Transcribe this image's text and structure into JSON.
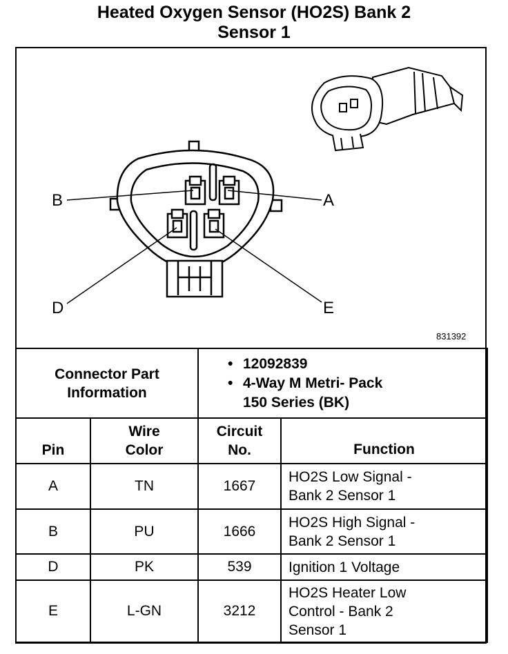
{
  "title": {
    "line1": "Heated Oxygen Sensor (HO2S) Bank 2",
    "line2": "Sensor 1"
  },
  "diagram": {
    "pin_labels": {
      "a": "A",
      "b": "B",
      "d": "D",
      "e": "E"
    },
    "figure_number": "831392"
  },
  "connector_info": {
    "label_line1": "Connector Part",
    "label_line2": "Information",
    "bullet": "•",
    "part_number": "12092839",
    "type_line1": "4-Way M Metri- Pack",
    "type_line2": "150 Series (BK)"
  },
  "table": {
    "headers": {
      "pin": "Pin",
      "wire_line1": "Wire",
      "wire_line2": "Color",
      "circuit_line1": "Circuit",
      "circuit_line2": "No.",
      "function": "Function"
    },
    "rows": [
      {
        "pin": "A",
        "color": "TN",
        "circuit": "1667",
        "function": [
          "HO2S Low Signal -",
          "Bank 2 Sensor 1"
        ]
      },
      {
        "pin": "B",
        "color": "PU",
        "circuit": "1666",
        "function": [
          "HO2S High Signal -",
          "Bank 2 Sensor 1"
        ]
      },
      {
        "pin": "D",
        "color": "PK",
        "circuit": "539",
        "function": [
          "Ignition 1 Voltage"
        ]
      },
      {
        "pin": "E",
        "color": "L-GN",
        "circuit": "3212",
        "function": [
          "HO2S Heater Low",
          "Control - Bank 2",
          "Sensor 1"
        ]
      }
    ]
  }
}
